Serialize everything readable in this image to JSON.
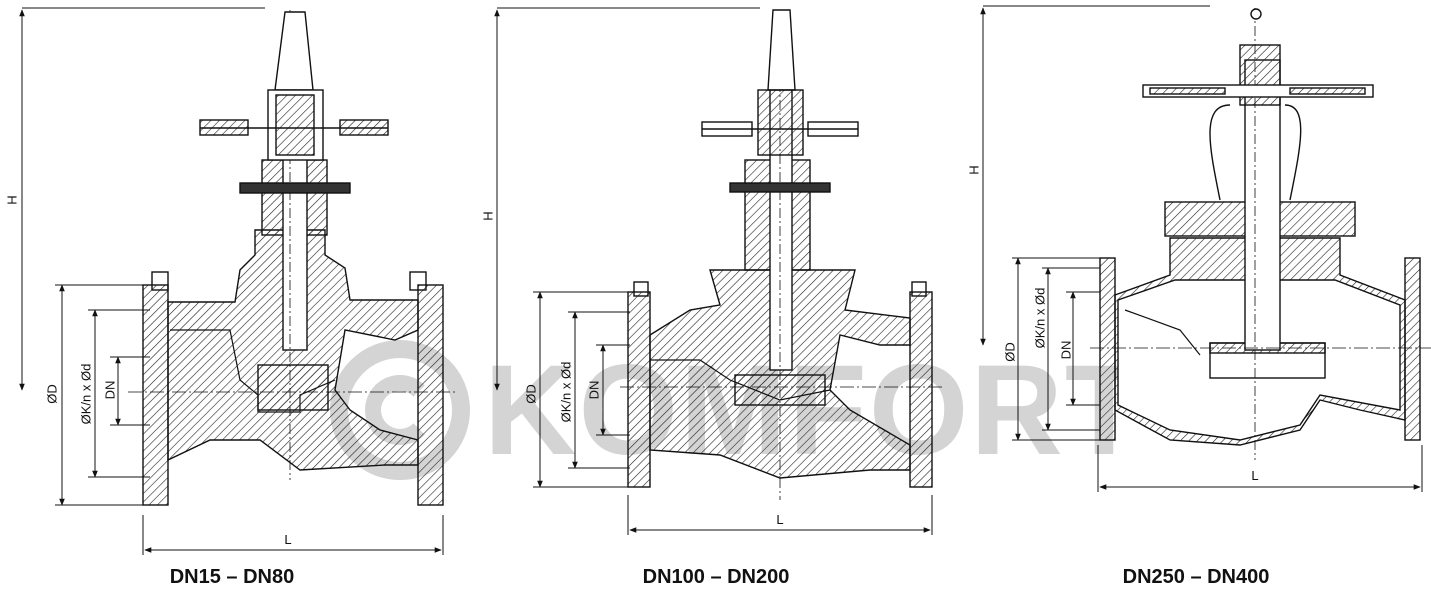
{
  "watermark": {
    "text": "KOMFORT"
  },
  "dimension_labels": {
    "height": "H",
    "outer_diameter": "ØD",
    "bolt_circle": "ØK/n x Ød",
    "nominal_diameter": "DN",
    "length": "L"
  },
  "variants": [
    {
      "caption": "DN15 – DN80"
    },
    {
      "caption": "DN100 – DN200"
    },
    {
      "caption": "DN250 – DN400"
    }
  ]
}
